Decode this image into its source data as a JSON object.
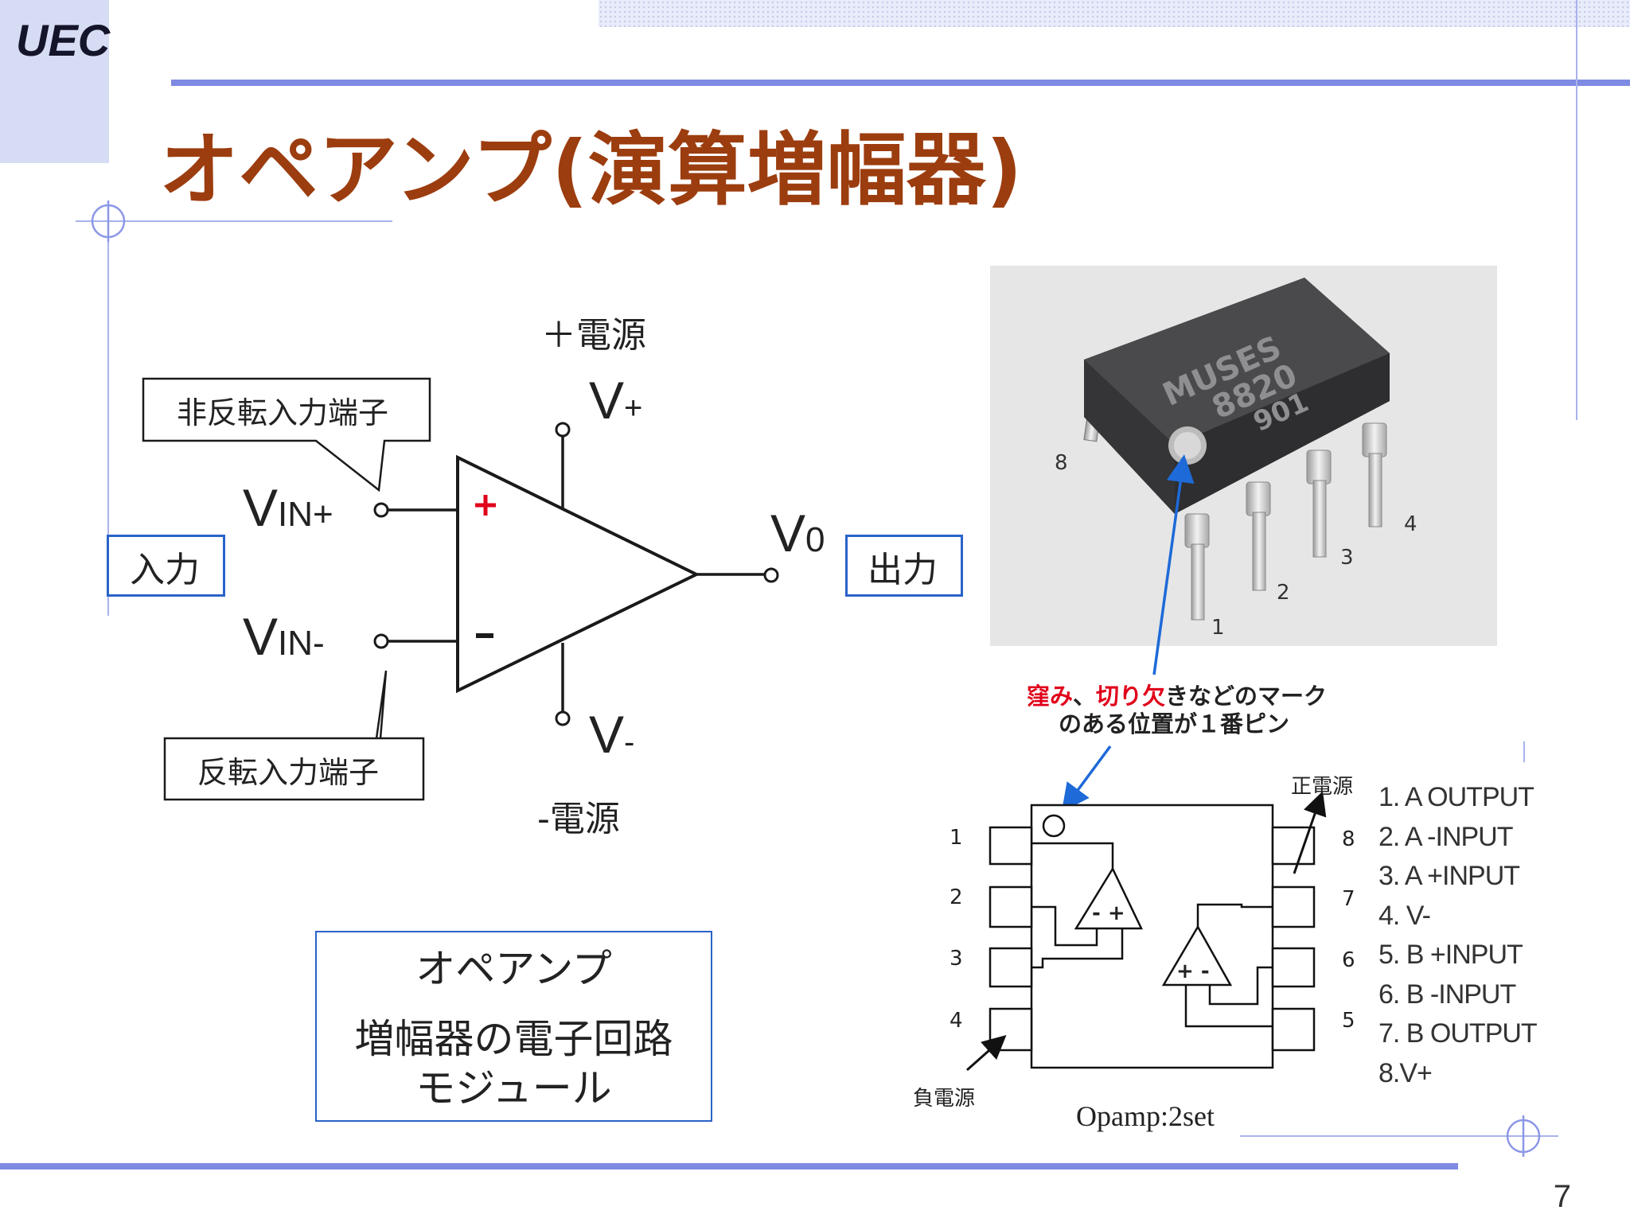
{
  "logo": "UEC",
  "title": "オペアンプ(演算増幅器)",
  "page_number": "7",
  "opamp_symbol": {
    "pos_supply_label": "＋電源",
    "neg_supply_label": "-電源",
    "v_plus": {
      "base": "V",
      "sub": "+"
    },
    "v_minus": {
      "base": "V",
      "sub": "-"
    },
    "v_in_plus": {
      "base": "V",
      "sub": "IN+"
    },
    "v_in_minus": {
      "base": "V",
      "sub": "IN-"
    },
    "v_out": {
      "base": "V",
      "sub": "0"
    },
    "plus_sign": "+",
    "minus_sign": "-",
    "noninverting_callout": "非反転入力端子",
    "inverting_callout": "反転入力端子",
    "input_label": "入力",
    "output_label": "出力"
  },
  "description_box": {
    "line1": "オペアンプ",
    "line2": "増幅器の電子回路",
    "line3": "モジュール"
  },
  "chip_photo": {
    "marking": [
      "MUSES",
      "8820",
      "901"
    ],
    "pin_numbers": {
      "p8": "8",
      "p4": "4",
      "p3": "3",
      "p2": "2",
      "p1": "1"
    }
  },
  "notch_note": {
    "em1": "窪み",
    "sep": "、",
    "em2": "切り欠",
    "rest1": "きなどのマーク",
    "line2": "のある位置が１番ピン"
  },
  "pinout": {
    "left_pins": [
      "1",
      "2",
      "3",
      "4"
    ],
    "right_pins": [
      "8",
      "7",
      "6",
      "5"
    ],
    "pos_supply": "正電源",
    "neg_supply": "負電源",
    "amp_a_signs": "- +",
    "amp_b_signs": "+ -",
    "caption": "Opamp:2set",
    "pin_functions": [
      "1. A OUTPUT",
      "2. A -INPUT",
      "3. A +INPUT",
      "4. V-",
      "5. B +INPUT",
      "6. B -INPUT",
      "7. B OUTPUT",
      "8.V+"
    ]
  },
  "colors": {
    "title": "#9c3d0f",
    "accent_blue": "#2a63c8",
    "bar": "#7f8ae3",
    "plus_red": "#e0001a"
  }
}
